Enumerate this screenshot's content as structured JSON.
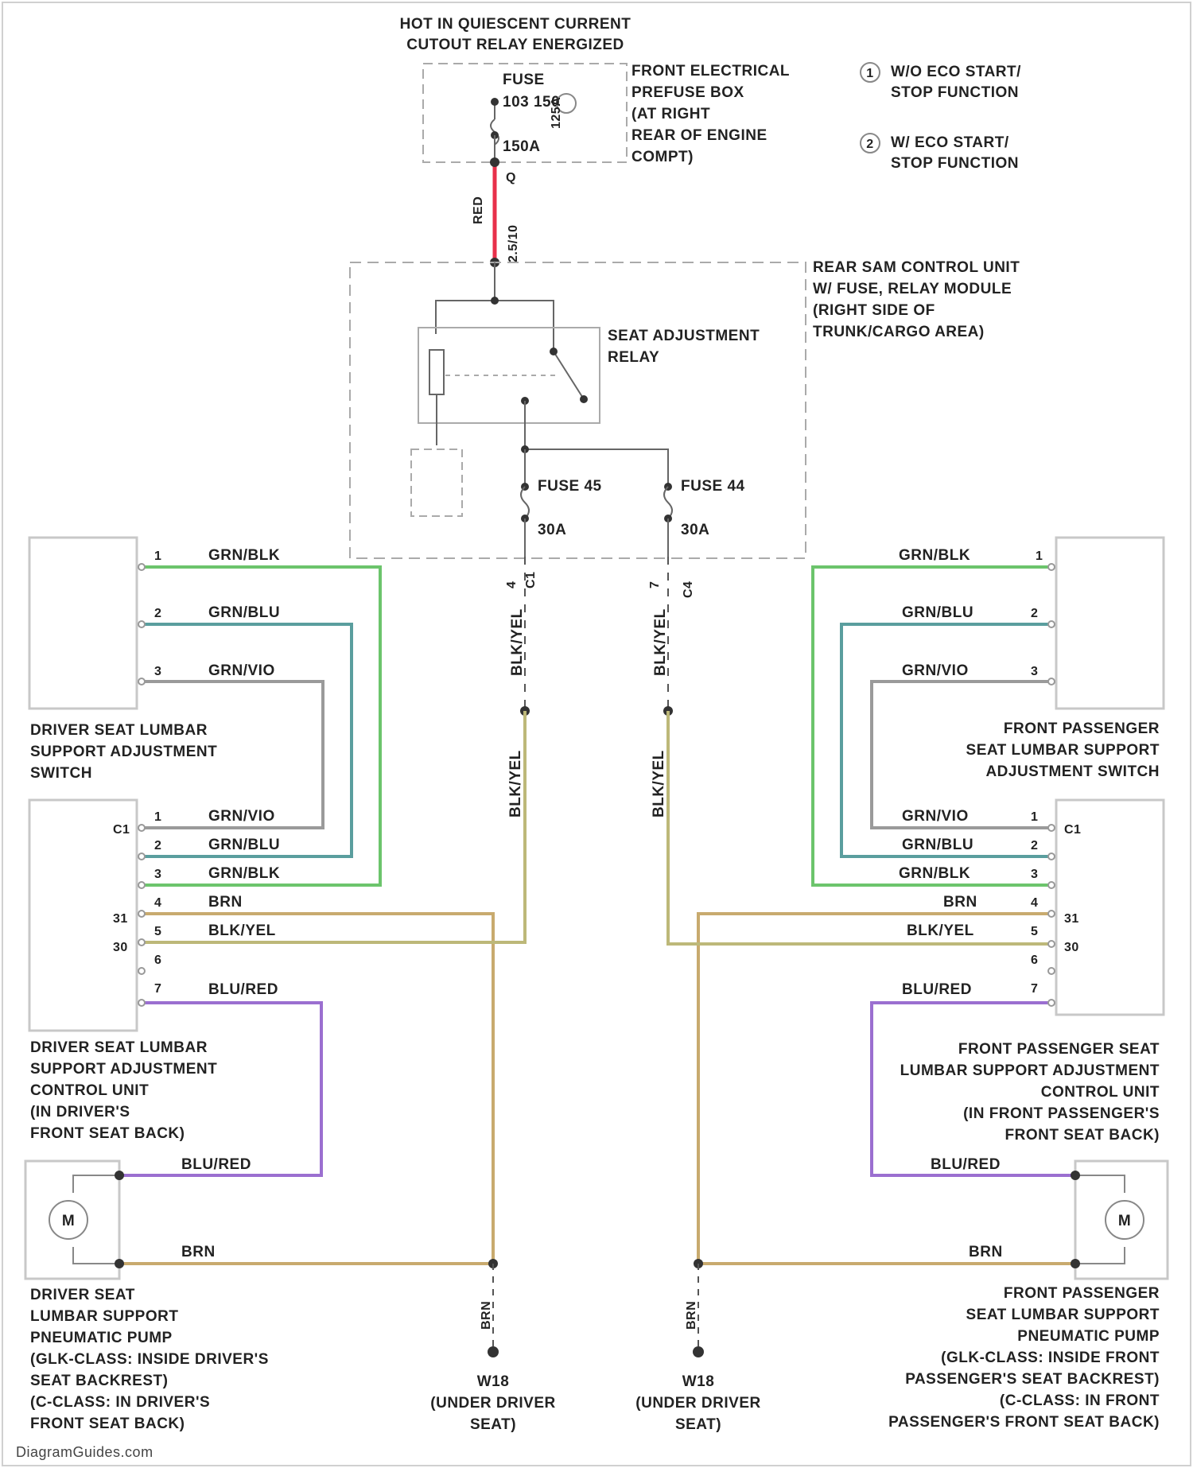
{
  "header": {
    "line1": "HOT IN QUIESCENT CURRENT",
    "line2": "CUTOUT RELAY ENERGIZED"
  },
  "legend": {
    "item1_num": "1",
    "item1_lines": [
      "W/O ECO START/",
      "STOP FUNCTION"
    ],
    "item2_num": "2",
    "item2_lines": [
      "W/ ECO START/",
      "STOP FUNCTION"
    ]
  },
  "prefuse_box": {
    "fuse_label": "FUSE",
    "fuse_number": "103 150",
    "fuse_amp": "150A",
    "fuse_amp2": "125A",
    "label_lines": [
      "FRONT ELECTRICAL",
      "PREFUSE BOX",
      "(AT RIGHT",
      "REAR OF ENGINE",
      "COMPT)"
    ],
    "pin": "Q",
    "wire_color": "RED",
    "wire_gauge": "2.5/10"
  },
  "sam_unit": {
    "label_lines": [
      "REAR SAM CONTROL UNIT",
      "W/ FUSE, RELAY MODULE",
      "(RIGHT SIDE OF",
      "TRUNK/CARGO AREA)"
    ],
    "relay_lines": [
      "SEAT ADJUSTMENT",
      "RELAY"
    ],
    "fuse_left_label": "FUSE 45",
    "fuse_left_amp": "30A",
    "fuse_right_label": "FUSE 44",
    "fuse_right_amp": "30A",
    "pin_left": "4",
    "pin_left_conn": "C1",
    "pin_right": "7",
    "pin_right_conn": "C4"
  },
  "wires": {
    "gn_bk": "GRN/BLK",
    "gn_bu": "GRN/BLU",
    "gn_vi": "GRN/VIO",
    "brn": "BRN",
    "bk_ye": "BLK/YEL",
    "bu_rd": "BLU/RED",
    "bk_ye_short": "BLK/YEL"
  },
  "driver_switch": {
    "label_lines": [
      "DRIVER SEAT LUMBAR",
      "SUPPORT ADJUSTMENT",
      "SWITCH"
    ],
    "pins": [
      "1",
      "2",
      "3"
    ]
  },
  "passenger_switch": {
    "label_lines": [
      "FRONT PASSENGER",
      "SEAT LUMBAR SUPPORT",
      "ADJUSTMENT SWITCH"
    ],
    "pins": [
      "1",
      "2",
      "3"
    ]
  },
  "driver_cu": {
    "label_lines": [
      "DRIVER SEAT LUMBAR",
      "SUPPORT ADJUSTMENT",
      "CONTROL UNIT",
      "(IN DRIVER'S",
      "FRONT SEAT BACK)"
    ],
    "pins": [
      "1",
      "2",
      "3",
      "4",
      "5",
      "6",
      "7"
    ],
    "conn_labels": [
      "C1",
      "31",
      "30"
    ]
  },
  "passenger_cu": {
    "label_lines": [
      "FRONT PASSENGER SEAT",
      "LUMBAR SUPPORT ADJUSTMENT",
      "CONTROL UNIT",
      "(IN FRONT PASSENGER'S",
      "FRONT SEAT BACK)"
    ],
    "pins": [
      "1",
      "2",
      "3",
      "4",
      "5",
      "6",
      "7"
    ],
    "conn_labels": [
      "C1",
      "31",
      "30"
    ]
  },
  "driver_pump": {
    "motor": "M",
    "label_lines": [
      "DRIVER SEAT",
      "LUMBAR SUPPORT",
      "PNEUMATIC PUMP",
      "(GLK-CLASS: INSIDE DRIVER'S",
      "SEAT BACKREST)",
      "(C-CLASS: IN DRIVER'S",
      "FRONT SEAT BACK)"
    ]
  },
  "passenger_pump": {
    "motor": "M",
    "label_lines": [
      "FRONT PASSENGER",
      "SEAT LUMBAR SUPPORT",
      "PNEUMATIC PUMP",
      "(GLK-CLASS: INSIDE FRONT",
      "PASSENGER'S SEAT BACKREST)",
      "(C-CLASS: IN FRONT",
      "PASSENGER'S FRONT SEAT BACK)"
    ]
  },
  "grounds": {
    "left_id": "W18",
    "left_lines": [
      "(UNDER DRIVER",
      "SEAT)"
    ],
    "right_id": "W18",
    "right_lines": [
      "(UNDER DRIVER",
      "SEAT)"
    ],
    "wire": "BRN"
  },
  "footer": "DiagramGuides.com",
  "colors": {
    "green": "#6cc46c",
    "teal": "#5a9e9e",
    "gray": "#9a9a9a",
    "tan": "#c8aa6e",
    "olive": "#bdb879",
    "violet": "#9b6fd0",
    "red": "#e8304a",
    "box": "#c8c8c8"
  }
}
